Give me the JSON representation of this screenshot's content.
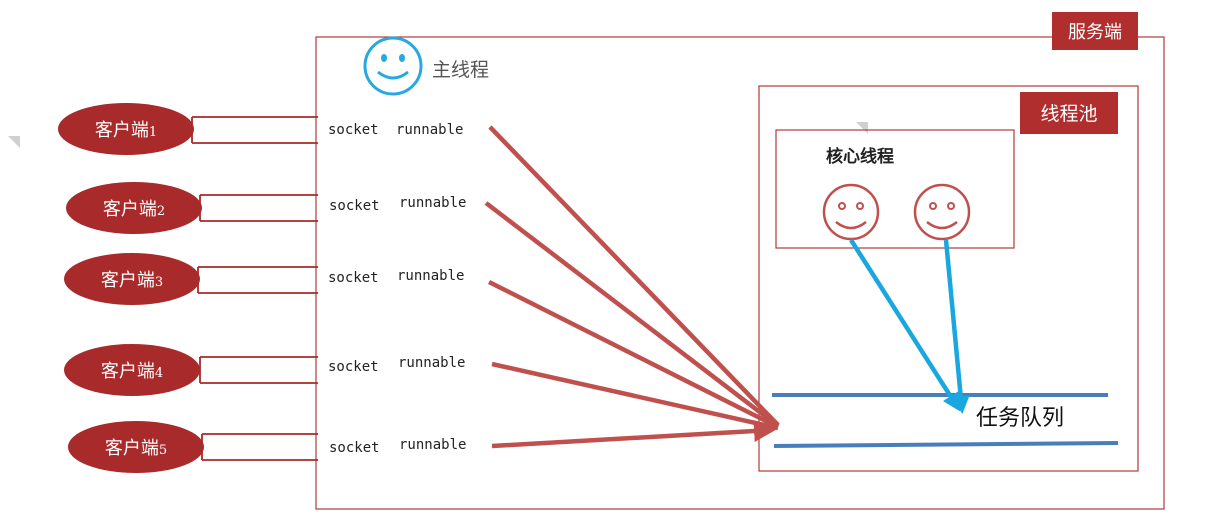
{
  "server": {
    "label": "服务端"
  },
  "main_thread": {
    "label": "主线程"
  },
  "thread_pool": {
    "label": "线程池"
  },
  "core_threads": {
    "label": "核心线程"
  },
  "task_queue": {
    "label": "任务队列"
  },
  "clients": [
    {
      "name": "客户端",
      "index": "1",
      "socket": "socket",
      "task": "runnable"
    },
    {
      "name": "客户端",
      "index": "2",
      "socket": "socket",
      "task": "runnable"
    },
    {
      "name": "客户端",
      "index": "3",
      "socket": "socket",
      "task": "runnable"
    },
    {
      "name": "客户端",
      "index": "4",
      "socket": "socket",
      "task": "runnable"
    },
    {
      "name": "客户端",
      "index": "5",
      "socket": "socket",
      "task": "runnable"
    }
  ],
  "colors": {
    "client_fill": "#a82a2a",
    "label_box": "#b02e2e",
    "border": "#b03a3a",
    "arrow_red": "#c0504d",
    "arrow_blue": "#1aa7e0",
    "queue_line": "#4a7ebb",
    "smiley_main": "#29a8e0",
    "smiley_core": "#c0504d"
  }
}
